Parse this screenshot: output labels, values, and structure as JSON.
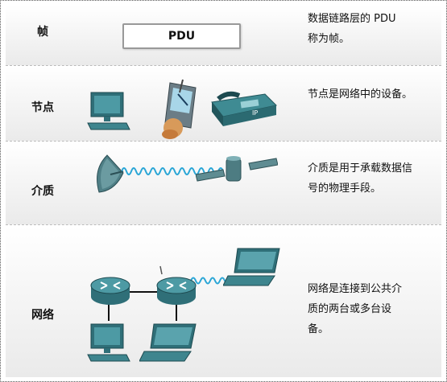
{
  "rows": [
    {
      "term": "帧",
      "desc_lines": [
        "数据链路层的 PDU",
        "称为帧。"
      ],
      "box_label": "PDU"
    },
    {
      "term": "节点",
      "desc_lines": [
        "节点是网络中的设备。"
      ],
      "icons": [
        "desktop-computer",
        "pda-stylus",
        "ip-phone"
      ],
      "phone_label": "IP"
    },
    {
      "term": "介质",
      "desc_lines": [
        "介质是用于承载数据信",
        "号的物理手段。"
      ],
      "icons": [
        "satellite-dish",
        "wireless-wave",
        "satellite"
      ]
    },
    {
      "term": "网络",
      "desc_lines": [
        "网络是连接到公共介",
        "质的两台或多台设",
        "备。"
      ],
      "icons": [
        "router",
        "router",
        "laptop",
        "desktop-computer",
        "laptop"
      ]
    }
  ]
}
